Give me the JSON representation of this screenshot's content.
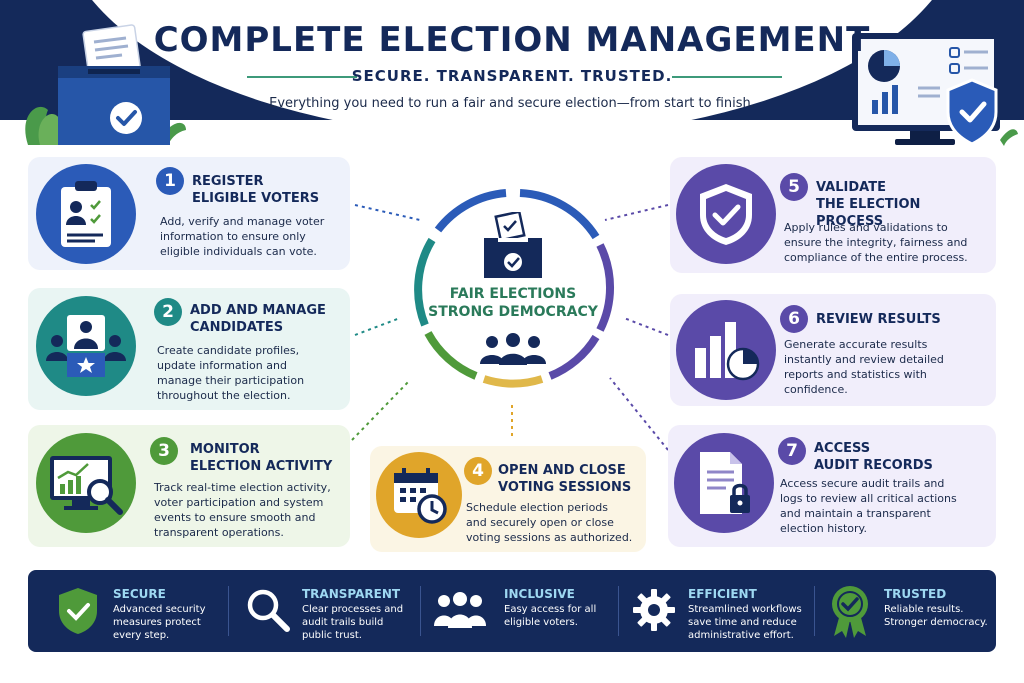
{
  "header": {
    "title": "COMPLETE ELECTION MANAGEMENT",
    "subtitle": "SECURE. TRANSPARENT. TRUSTED.",
    "tagline": "Everything you need to run a fair and secure election—from start to finish."
  },
  "center": {
    "line1": "FAIR ELECTIONS",
    "line2": "STRONG DEMOCRACY"
  },
  "steps": [
    {
      "num": "1",
      "title_l1": "REGISTER",
      "title_l2": "ELIGIBLE VOTERS",
      "text": [
        "Add, verify and manage voter",
        "information to ensure only",
        "eligible individuals can vote."
      ],
      "icon": "voter-list-icon"
    },
    {
      "num": "2",
      "title_l1": "ADD AND MANAGE",
      "title_l2": "CANDIDATES",
      "text": [
        "Create candidate profiles,",
        "update information and",
        "manage their participation",
        "throughout the election."
      ],
      "icon": "candidates-icon"
    },
    {
      "num": "3",
      "title_l1": "MONITOR",
      "title_l2": "ELECTION ACTIVITY",
      "text": [
        "Track real-time election activity,",
        "voter participation and system",
        "events to ensure smooth and",
        "transparent operations."
      ],
      "icon": "monitor-chart-icon"
    },
    {
      "num": "4",
      "title_l1": "OPEN AND CLOSE",
      "title_l2": "VOTING SESSIONS",
      "text": [
        "Schedule election periods",
        "and securely open or close",
        "voting sessions as authorized."
      ],
      "icon": "calendar-clock-icon"
    },
    {
      "num": "5",
      "title_l1": "VALIDATE",
      "title_l2": "THE ELECTION PROCESS",
      "text": [
        "Apply rules and validations to",
        "ensure the integrity, fairness and",
        "compliance of the entire process."
      ],
      "icon": "shield-check-icon"
    },
    {
      "num": "6",
      "title_l1": "REVIEW RESULTS",
      "title_l2": "",
      "text": [
        "Generate accurate results",
        "instantly and review detailed",
        "reports and statistics with",
        "confidence."
      ],
      "icon": "results-chart-icon"
    },
    {
      "num": "7",
      "title_l1": "ACCESS",
      "title_l2": "AUDIT RECORDS",
      "text": [
        "Access secure audit trails and",
        "logs to review all critical actions",
        "and maintain a transparent",
        "election history."
      ],
      "icon": "audit-lock-icon"
    }
  ],
  "benefits": [
    {
      "title": "SECURE",
      "text": [
        "Advanced security",
        "measures protect",
        "every step."
      ],
      "icon": "shield-icon"
    },
    {
      "title": "TRANSPARENT",
      "text": [
        "Clear processes and",
        "audit trails build",
        "public trust."
      ],
      "icon": "magnifier-icon"
    },
    {
      "title": "INCLUSIVE",
      "text": [
        "Easy access for all",
        "eligible voters."
      ],
      "icon": "people-icon"
    },
    {
      "title": "EFFICIENT",
      "text": [
        "Streamlined workflows",
        "save time and reduce",
        "administrative effort."
      ],
      "icon": "gear-icon"
    },
    {
      "title": "TRUSTED",
      "text": [
        "Reliable results.",
        "Stronger democracy."
      ],
      "icon": "award-badge-icon"
    }
  ],
  "colors": {
    "navy": "#14295a",
    "blue": "#2b5bb8",
    "teal": "#1f8a86",
    "green": "#4f9a3a",
    "yellow": "#e0a52a",
    "purple": "#5a4aa8"
  }
}
